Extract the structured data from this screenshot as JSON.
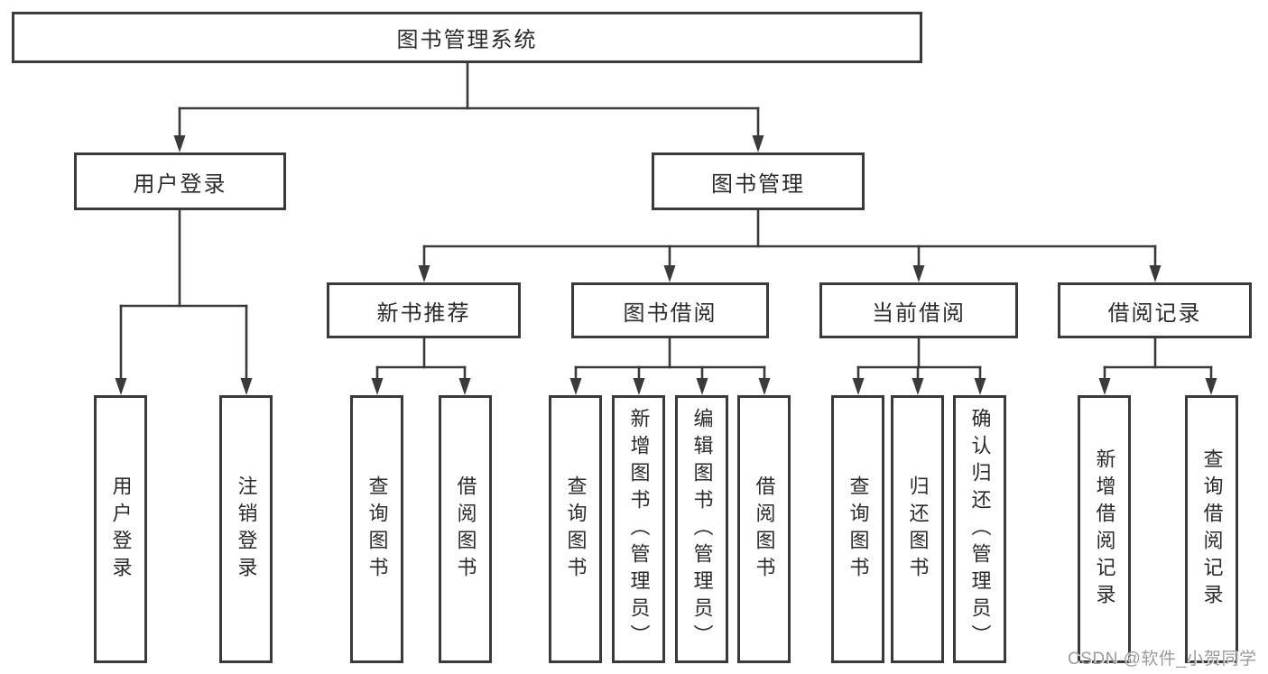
{
  "tree": {
    "label": "图书管理系统",
    "children": [
      {
        "label": "用户登录",
        "children": [
          "用户登录",
          "注销登录"
        ]
      },
      {
        "label": "图书管理",
        "children": [
          {
            "label": "新书推荐",
            "children": [
              "查询图书",
              "借阅图书"
            ]
          },
          {
            "label": "图书借阅",
            "children": [
              "查询图书",
              "新增图书（管理员）",
              "编辑图书（管理员）",
              "借阅图书"
            ]
          },
          {
            "label": "当前借阅",
            "children": [
              "查询图书",
              "归还图书",
              "确认归还（管理员）"
            ]
          },
          {
            "label": "借阅记录",
            "children": [
              "新增借阅记录",
              "查询借阅记录"
            ]
          }
        ]
      }
    ]
  },
  "watermark": "CSDN @软件_小贺同学",
  "colors": {
    "line": "#3a3a3a",
    "text": "#2b2b2b",
    "box_bg": "#ffffff",
    "canvas_bg": "#ffffff",
    "watermark": "#9b9b9b"
  }
}
